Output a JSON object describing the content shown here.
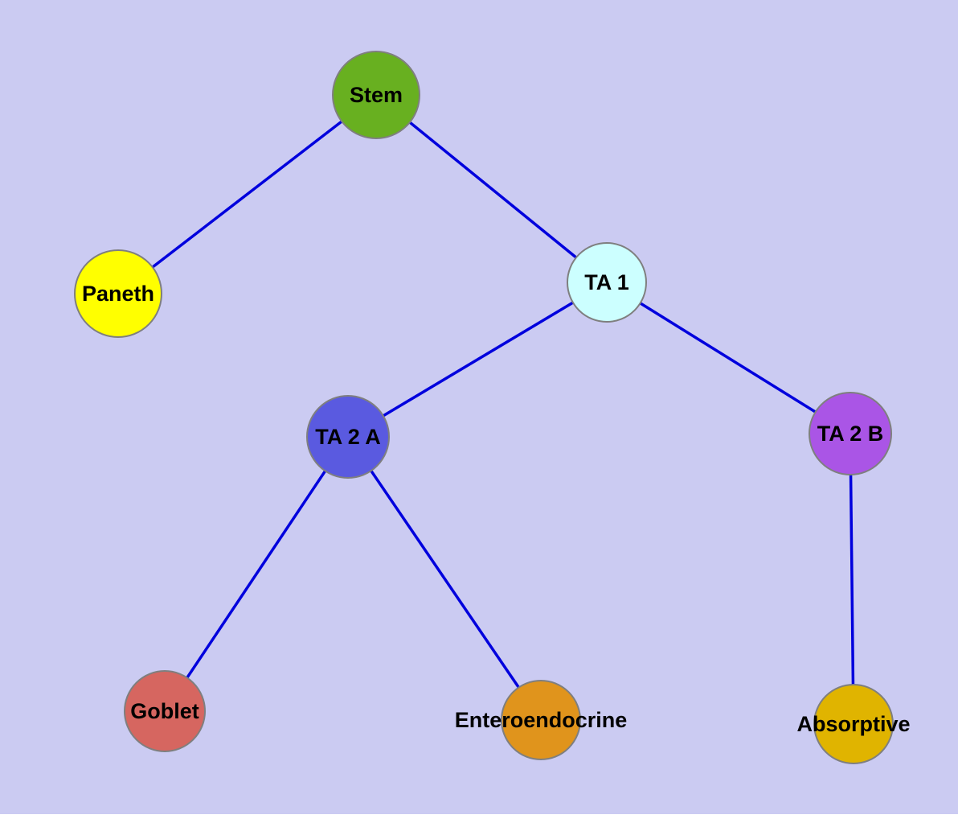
{
  "colors": {
    "background": "#cbcbf2",
    "edge": "#0000dd",
    "node_border": "#7f7f7f",
    "label_text": "#000000"
  },
  "nodes": {
    "stem": {
      "label": "Stem",
      "color": "#68b020"
    },
    "paneth": {
      "label": "Paneth",
      "color": "#ffff00"
    },
    "ta1": {
      "label": "TA 1",
      "color": "#ccffff"
    },
    "ta2a": {
      "label": "TA 2 A",
      "color": "#5a5ae0"
    },
    "ta2b": {
      "label": "TA 2 B",
      "color": "#aa55e6"
    },
    "goblet": {
      "label": "Goblet",
      "color": "#d66660"
    },
    "enteroendocrine": {
      "label": "Enteroendocrine",
      "color": "#e0941c"
    },
    "absorptive": {
      "label": "Absorptive",
      "color": "#e0b400"
    }
  },
  "edges": [
    {
      "from": "Stem",
      "to": "Paneth"
    },
    {
      "from": "Stem",
      "to": "TA 1"
    },
    {
      "from": "TA 1",
      "to": "TA 2 A"
    },
    {
      "from": "TA 1",
      "to": "TA 2 B"
    },
    {
      "from": "TA 2 A",
      "to": "Goblet"
    },
    {
      "from": "TA 2 A",
      "to": "Enteroendocrine"
    },
    {
      "from": "TA 2 B",
      "to": "Absorptive"
    }
  ]
}
